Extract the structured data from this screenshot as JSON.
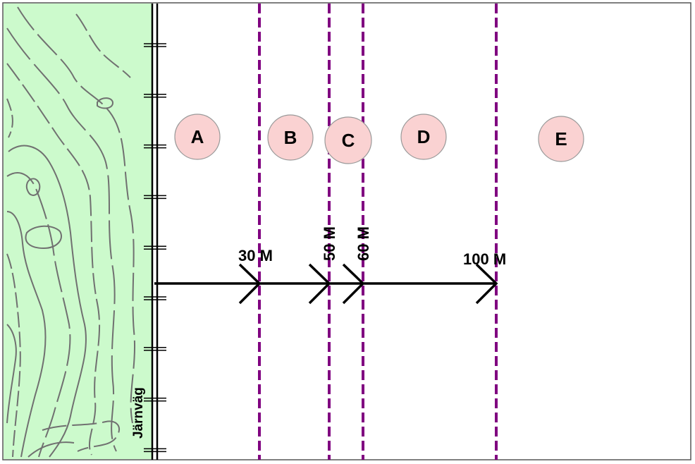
{
  "map": {
    "railway_label": "Järnväg",
    "colors": {
      "terrain": "#ccfacc",
      "contour": "#707070",
      "distance_line": "#800080",
      "zone_fill": "#fad2d2",
      "arrow": "#000000"
    },
    "zones": [
      {
        "label": "A"
      },
      {
        "label": "B"
      },
      {
        "label": "C"
      },
      {
        "label": "D"
      },
      {
        "label": "E"
      }
    ],
    "distance_lines": [
      {
        "meters": 30,
        "label": "30 M",
        "orientation": "horizontal"
      },
      {
        "meters": 50,
        "label": "50 M",
        "orientation": "vertical"
      },
      {
        "meters": 60,
        "label": "60 M",
        "orientation": "vertical"
      },
      {
        "meters": 100,
        "label": "100 M",
        "orientation": "horizontal"
      }
    ]
  }
}
